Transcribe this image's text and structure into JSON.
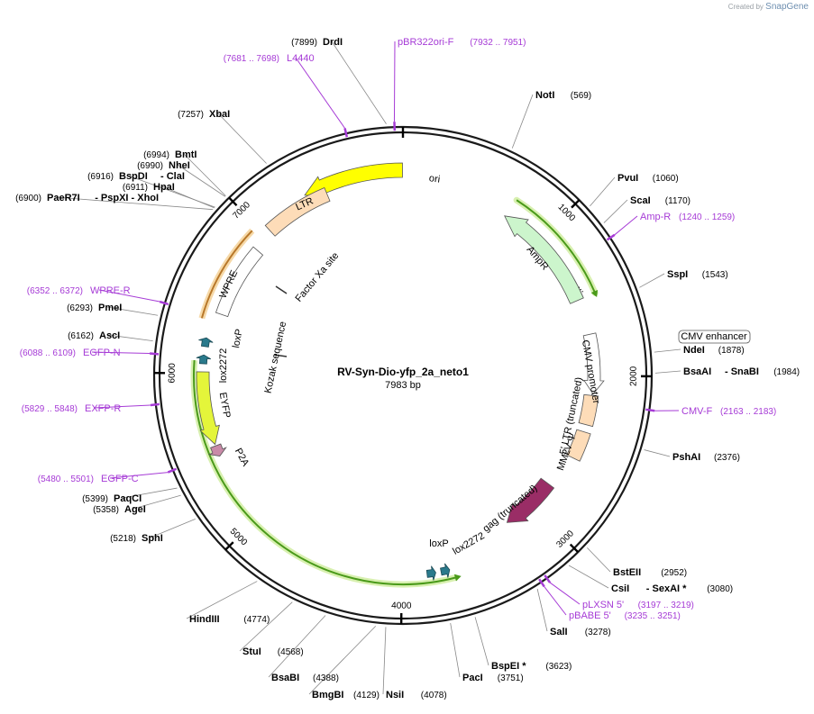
{
  "branding": {
    "created_by": "Created by",
    "app": "SnapGene"
  },
  "plasmid": {
    "name": "RV-Syn-Dio-yfp_2a_neto1",
    "length": "7983 bp"
  },
  "scale": {
    "ticks": [
      "1000",
      "2000",
      "3000",
      "4000",
      "5000",
      "6000",
      "7000"
    ]
  },
  "enzymes": [
    {
      "name": "DrdI",
      "pos": "(7899)"
    },
    {
      "name": "NotI",
      "pos": "(569)"
    },
    {
      "name": "XbaI",
      "pos": "(7257)"
    },
    {
      "name": "BmtI",
      "pos": "(6994)"
    },
    {
      "name": "NheI",
      "pos": "(6990)"
    },
    {
      "name": "BspDI",
      "pos": "(6916)",
      "extra": "- ClaI"
    },
    {
      "name": "HpaI",
      "pos": "(6911)"
    },
    {
      "name": "PaeR7I",
      "pos": "(6900)",
      "extra": "- PspXI   - XhoI"
    },
    {
      "name": "PvuI",
      "pos": "(1060)"
    },
    {
      "name": "ScaI",
      "pos": "(1170)"
    },
    {
      "name": "SspI",
      "pos": "(1543)"
    },
    {
      "name": "NdeI",
      "pos": "(1878)"
    },
    {
      "name": "BsaAI",
      "pos": "(1984)",
      "extra": "- SnaBI"
    },
    {
      "name": "PshAI",
      "pos": "(2376)"
    },
    {
      "name": "BstEII",
      "pos": "(2952)"
    },
    {
      "name": "CsiI",
      "pos": "(3080)",
      "extra": "- SexAI *"
    },
    {
      "name": "SalI",
      "pos": "(3278)"
    },
    {
      "name": "BspEI *",
      "pos": "(3623)"
    },
    {
      "name": "PacI",
      "pos": "(3751)"
    },
    {
      "name": "NsiI",
      "pos": "(4078)"
    },
    {
      "name": "BmgBI",
      "pos": "(4129)"
    },
    {
      "name": "BsaBI",
      "pos": "(4388)"
    },
    {
      "name": "StuI",
      "pos": "(4568)"
    },
    {
      "name": "HindIII",
      "pos": "(4774)"
    },
    {
      "name": "SphI",
      "pos": "(5218)"
    },
    {
      "name": "AgeI",
      "pos": "(5358)"
    },
    {
      "name": "PaqCI",
      "pos": "(5399)"
    },
    {
      "name": "AscI",
      "pos": "(6162)"
    },
    {
      "name": "PmeI",
      "pos": "(6293)"
    }
  ],
  "primers": [
    {
      "name": "pBR322ori-F",
      "range": "(7932 .. 7951)"
    },
    {
      "name": "L4440",
      "range": "(7681 .. 7698)"
    },
    {
      "name": "Amp-R",
      "range": "(1240 .. 1259)"
    },
    {
      "name": "CMV-F",
      "range": "(2163 .. 2183)"
    },
    {
      "name": "pLXSN 5'",
      "range": "(3197 .. 3219)"
    },
    {
      "name": "pBABE 5'",
      "range": "(3235 .. 3251)"
    },
    {
      "name": "EGFP-C",
      "range": "(5480 .. 5501)"
    },
    {
      "name": "EXFP-R",
      "range": "(5829 .. 5848)"
    },
    {
      "name": "EGFP-N",
      "range": "(6088 .. 6109)"
    },
    {
      "name": "WPRE-R",
      "range": "(6352 .. 6372)"
    }
  ],
  "features": {
    "ori": "ori",
    "ampr": "AmpR",
    "ampr_ellipsis": "...",
    "ltr": "LTR",
    "wpre": "WPRE",
    "factor_xa": "Factor Xa site",
    "kozak": "Kozak sequence",
    "loxp_left": "loxP",
    "lox2272_left": "lox2272",
    "eyfp": "EYFP",
    "p2a": "P2A",
    "cmv_enhancer": "CMV enhancer",
    "cmv_promoter": "CMV promoter",
    "ltr5_truncated": "5' LTR (truncated)",
    "mmlv_psi": "MMLV Ψ",
    "gag_truncated": "gag (truncated)",
    "loxp_bottom": "loxP",
    "lox2272_bottom": "lox2272"
  },
  "colors": {
    "backbone": "#1a1a1a",
    "ori": "#ffff00",
    "ampr": "#ccf5cc",
    "ltr": "#fddcb8",
    "eyfp": "#e4f53a",
    "p2a": "#c98aa8",
    "gag": "#9a2d66",
    "lox": "#2a7a8c",
    "primer": "#a63bd6",
    "orf_outline": "#4a9a1a",
    "orf_glow": "#d8f0b0",
    "wpre_outline": "#b8782a"
  }
}
